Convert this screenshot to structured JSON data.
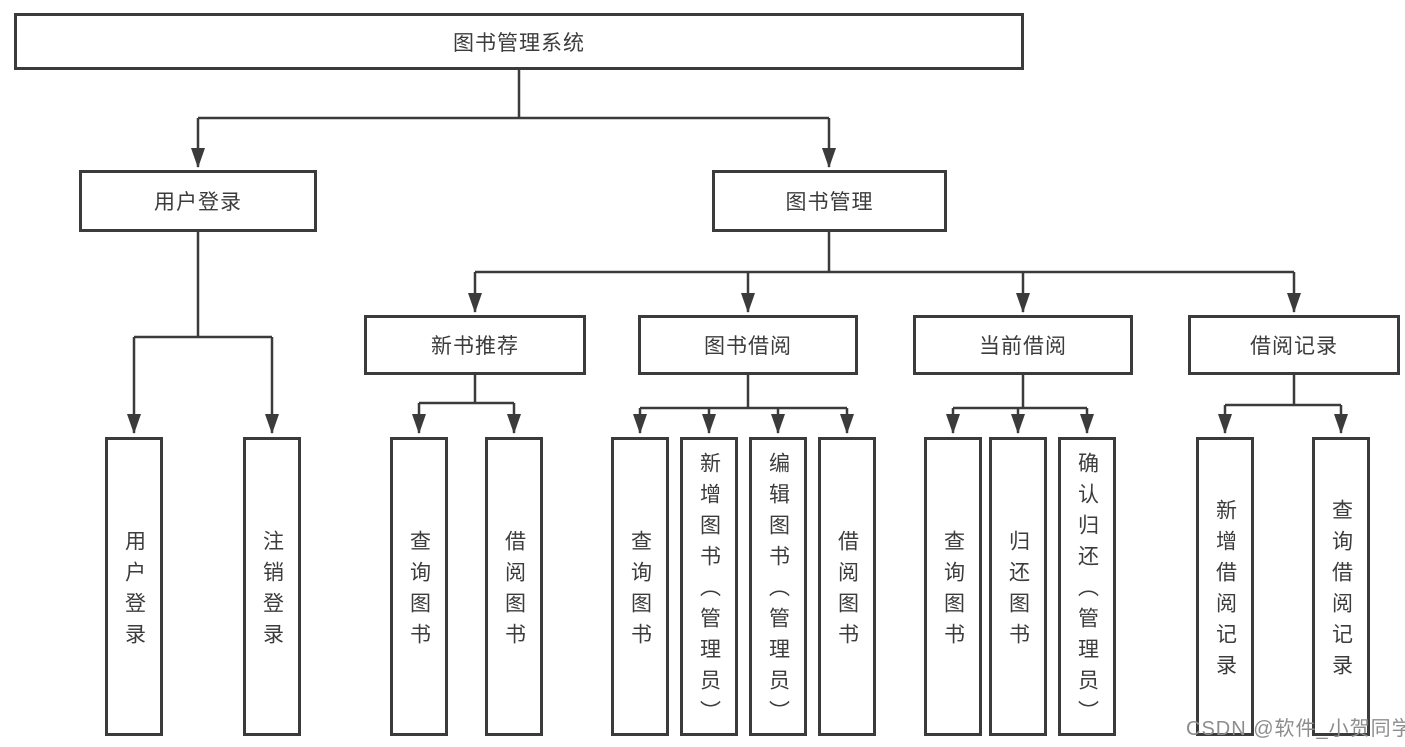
{
  "diagram": {
    "tree": {
      "label": "图书管理系统",
      "children": [
        {
          "label": "用户登录",
          "children": [
            {
              "label": "用户登录"
            },
            {
              "label": "注销登录"
            }
          ]
        },
        {
          "label": "图书管理",
          "children": [
            {
              "label": "新书推荐",
              "children": [
                {
                  "label": "查询图书"
                },
                {
                  "label": "借阅图书"
                }
              ]
            },
            {
              "label": "图书借阅",
              "children": [
                {
                  "label": "查询图书"
                },
                {
                  "label": "新增图书（管理员）"
                },
                {
                  "label": "编辑图书（管理员）"
                },
                {
                  "label": "借阅图书"
                }
              ]
            },
            {
              "label": "当前借阅",
              "children": [
                {
                  "label": "查询图书"
                },
                {
                  "label": "归还图书"
                },
                {
                  "label": "确认归还（管理员）"
                }
              ]
            },
            {
              "label": "借阅记录",
              "children": [
                {
                  "label": "新增借阅记录"
                },
                {
                  "label": "查询借阅记录"
                }
              ]
            }
          ]
        }
      ]
    },
    "watermark": "CSDN @软件_小贺同学",
    "colors": {
      "line": "#3b3b3b",
      "text": "#3c3c3c",
      "box_fill": "#ffffff",
      "watermark": "#8d8d8d"
    }
  }
}
